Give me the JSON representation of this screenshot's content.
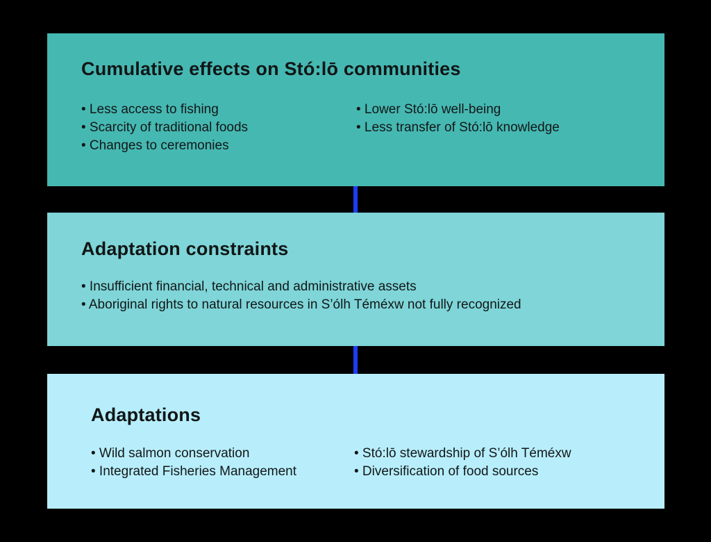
{
  "page": {
    "background_color": "#000000",
    "text_color": "#121717",
    "bullet_char": "•"
  },
  "diagram": {
    "connector_color": "#1d3df2",
    "boxes": [
      {
        "id": "cumulative-effects",
        "color": "#46b8b2",
        "title": "Cumulative effects on Stó:lō communities",
        "columns": [
          [
            "Less access to fishing",
            "Scarcity of traditional foods",
            "Changes to ceremonies"
          ],
          [
            "Lower Stó:lō well-being",
            "Less transfer of Stó:lō knowledge"
          ]
        ]
      },
      {
        "id": "adaptation-constraints",
        "color": "#7fd5d8",
        "title": "Adaptation constraints",
        "columns": [
          [
            "Insufficient financial, technical and administrative assets",
            "Aboriginal rights to natural resources in S’ólh Téméxw not fully recognized"
          ]
        ]
      },
      {
        "id": "adaptations",
        "color": "#b8eefc",
        "title": "Adaptations",
        "columns": [
          [
            "Wild salmon conservation",
            "Integrated Fisheries Management"
          ],
          [
            "Stó:lō stewardship of S’ólh Téméxw",
            "Diversification of food sources"
          ]
        ]
      }
    ]
  }
}
